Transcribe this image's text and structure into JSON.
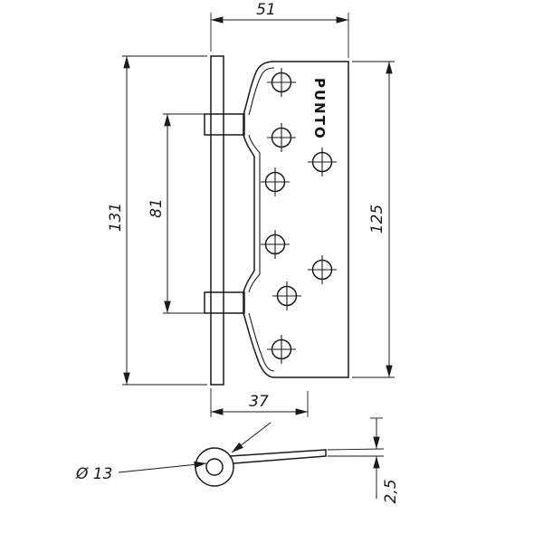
{
  "drawing": {
    "brand": "PUNTO",
    "dims": {
      "top_width": "51",
      "pin_height": "131",
      "knuckle_span": "81",
      "plate_height": "125",
      "bottom_width": "37",
      "pin_diameter": "Ø 13",
      "leaf_thickness": "2,5"
    },
    "colors": {
      "line": "#1a1a1a",
      "background": "#ffffff"
    }
  }
}
